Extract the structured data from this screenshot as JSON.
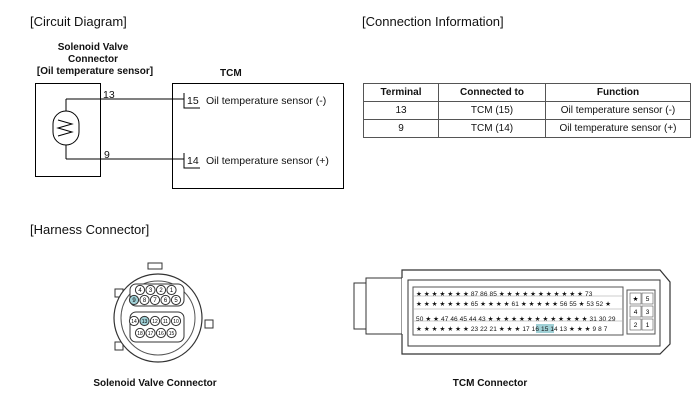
{
  "circuit": {
    "section_title": "[Circuit Diagram]",
    "left_title_line1": "Solenoid Valve",
    "left_title_line2": "Connector",
    "left_title_line3": "[Oil temperature sensor]",
    "tcm_title": "TCM",
    "wire_top_terminal": "13",
    "wire_bottom_terminal": "9",
    "tcm_pin_top": "15",
    "tcm_pin_top_label": "Oil temperature sensor (-)",
    "tcm_pin_bottom": "14",
    "tcm_pin_bottom_label": "Oil temperature sensor (+)"
  },
  "connection": {
    "section_title": "[Connection Information]",
    "headers": [
      "Terminal",
      "Connected to",
      "Function"
    ],
    "rows": [
      [
        "13",
        "TCM (15)",
        "Oil temperature sensor (-)"
      ],
      [
        "9",
        "TCM (14)",
        "Oil temperature sensor (+)"
      ]
    ]
  },
  "harness": {
    "section_title": "[Harness Connector]",
    "solenoid_caption": "Solenoid Valve Connector",
    "tcm_caption": "TCM Connector",
    "solenoid_pins_row1": [
      "4",
      "3",
      "2",
      "1"
    ],
    "solenoid_pins_row2": [
      "9",
      "8",
      "7",
      "6",
      "5"
    ],
    "solenoid_pins_row3": [
      "14",
      "13",
      "12",
      "11",
      "10"
    ],
    "solenoid_pins_row4": [
      "18",
      "17",
      "16",
      "15"
    ],
    "tcm_row1_text": "★ ★ ★ ★ ★ ★ ★ 87 86 85 ★ ★ ★ ★ ★ ★ ★ ★ ★ ★ ★ 73",
    "tcm_row2_text": "★ ★ ★ ★ ★ ★ ★ 65 ★ ★ ★ ★ 61 ★ ★ ★ ★ ★ 56 55 ★ 53 52 ★",
    "tcm_row3_text": "50 ★ ★ 47 46 45 44 43 ★ ★ ★ ★ ★ ★ ★ ★ ★ ★ ★ ★ ★ 31 30 29",
    "tcm_row4_text": "★ ★ ★ ★ ★ ★ ★ 23 22 21 ★ ★ ★ 17 16 15 14 13 ★ ★ ★ 9 8 7",
    "tcm_side_pins": [
      "★",
      "5",
      "4",
      "3",
      "2",
      "1"
    ],
    "highlight_color": "#9fd0d6"
  }
}
